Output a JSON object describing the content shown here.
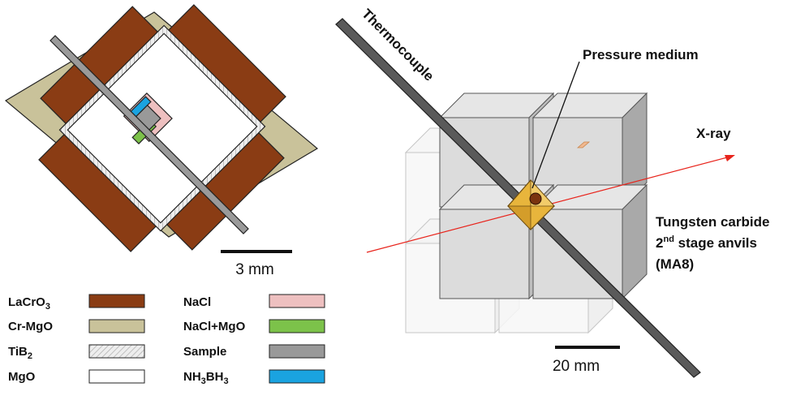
{
  "colors": {
    "lacro3": "#8a3c14",
    "crmgo": "#c9c29a",
    "tib2": "#e6e6e6",
    "mgo": "#ffffff",
    "nacl": "#eec0c0",
    "naclmgo": "#7cc24a",
    "sample": "#999999",
    "nh3bh3": "#1aa3e0",
    "xray": "#e8241c",
    "capsule": "#e8b53c"
  },
  "left_panel": {
    "scale_label": "3 mm"
  },
  "right_panel": {
    "thermocouple_label": "Thermocouple",
    "pressure_medium_label": "Pressure medium",
    "xray_label": "X-ray",
    "anvils_line1": "Tungsten carbide",
    "anvils_line2_pre": "2",
    "anvils_line2_sup": "nd",
    "anvils_line2_post": " stage anvils",
    "anvils_line3": "(MA8)",
    "scale_label": "20 mm"
  },
  "legend": {
    "lacro3": {
      "main": "LaCrO",
      "sub": "3",
      "tail": ""
    },
    "crmgo": {
      "main": "Cr-MgO"
    },
    "tib2": {
      "main": "TiB",
      "sub": "2"
    },
    "mgo": {
      "main": "MgO"
    },
    "nacl": {
      "main": "NaCl"
    },
    "naclmgo": {
      "main": "NaCl+MgO"
    },
    "sample": {
      "main": "Sample"
    },
    "nh3bh3": {
      "p1": "NH",
      "s1": "3",
      "p2": "BH",
      "s2": "3"
    }
  }
}
